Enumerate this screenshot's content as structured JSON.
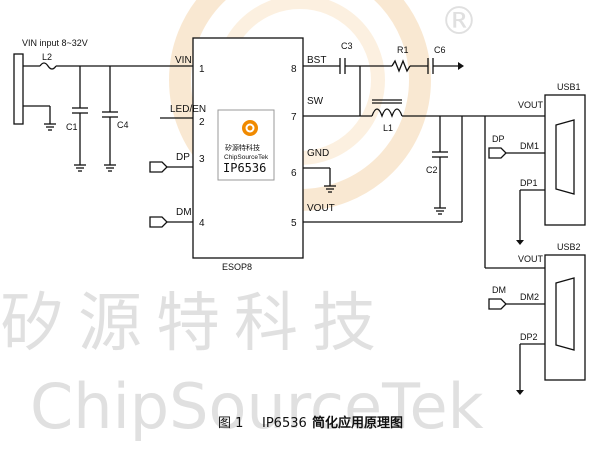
{
  "ic": {
    "part": "IP6536",
    "package": "ESOP8",
    "pins": [
      {
        "num": "1",
        "name": "VIN"
      },
      {
        "num": "2",
        "name": "LED/EN"
      },
      {
        "num": "3",
        "name": "DP"
      },
      {
        "num": "4",
        "name": "DM"
      },
      {
        "num": "8",
        "name": "BST"
      },
      {
        "num": "7",
        "name": "SW"
      },
      {
        "num": "6",
        "name": "GND"
      },
      {
        "num": "5",
        "name": "VOUT"
      }
    ],
    "logo_cn": "矽源特科技",
    "logo_en": "ChipSourceTek"
  },
  "input": {
    "label": "VIN input  8~32V"
  },
  "components": {
    "l2": "L2",
    "c1": "C1",
    "c4": "C4",
    "c3": "C3",
    "r1": "R1",
    "c6": "C6",
    "l1": "L1",
    "c2": "C2"
  },
  "usb1": {
    "title": "USB1",
    "vout": "VOUT",
    "dp_in": "DP",
    "dm1": "DM1",
    "dp1": "DP1"
  },
  "usb2": {
    "title": "USB2",
    "vout": "VOUT",
    "dm_in": "DM",
    "dm2": "DM2",
    "dp2": "DP2"
  },
  "watermark": {
    "cn": "矽源特科技",
    "en": "ChipSourceTek",
    "reg": "®"
  },
  "caption": {
    "fig": "图 1",
    "part": "IP6536",
    "title": "简化应用原理图"
  }
}
